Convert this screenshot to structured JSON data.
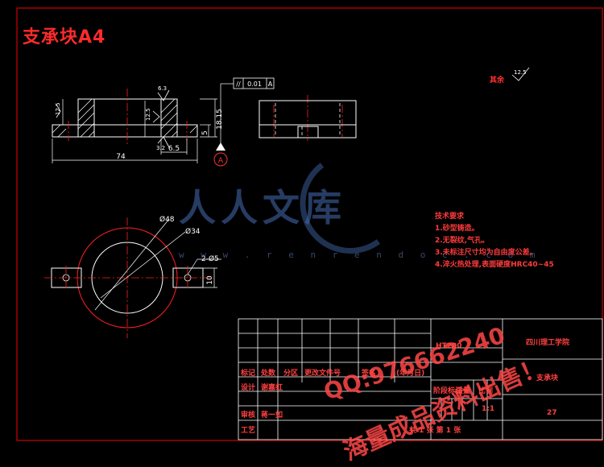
{
  "drawing": {
    "title": "支承块A4",
    "roughness_note": {
      "label": "其余",
      "value": "12.5"
    },
    "tolerance_frame": {
      "symbol": "//",
      "value": "0.01",
      "datum": "A"
    },
    "datum_label": "A",
    "dimensions": {
      "total_length": "74",
      "offset": "6.5",
      "height": "18.15",
      "step": "5",
      "hole_small": "Ø48",
      "hole_34": "Ø34",
      "holes": "2-Ø5",
      "slot": "10",
      "roughness_a": "6.3",
      "roughness_b": "12.5",
      "roughness_c": "12.5",
      "roughness_d": "3.2"
    }
  },
  "tech_requirements": {
    "heading": "技术要求",
    "items": [
      "1.砂型铸造。",
      "2.无裂纹,气孔。",
      "3.未标注尺寸均为自由度公差。",
      "4.淬火热处理,表面硬度HRC40~45"
    ]
  },
  "title_block": {
    "material": "HT200",
    "school": "四川理工学院",
    "part_name": "支承块",
    "drawing_no": "27",
    "scale_label": "比例",
    "scale_value": "1:1",
    "mass_label": "质量",
    "stage_mark_label": "阶段标记",
    "rows": [
      {
        "c1": "标记",
        "c2": "处数",
        "c3": "分区",
        "c4": "更改文件号",
        "c5": "签名",
        "c6": "(年月日)"
      },
      {
        "c1": "设计",
        "c2": "谢嘉虹",
        "c3": "",
        "c4": "",
        "c5": "",
        "c6": ""
      },
      {
        "c1": "审核",
        "c2": "蒋一如",
        "c3": "",
        "c4": "",
        "c5": "",
        "c6": ""
      },
      {
        "c1": "工艺",
        "c2": "",
        "c3": "",
        "c4": "",
        "c5": "",
        "c6": ""
      }
    ],
    "sheets": "共 1 张    第 1 张"
  },
  "watermark": {
    "text": "人人文库",
    "url": "w w w . r e n r e n d o c . c o m"
  },
  "promo": {
    "line1": "QQ:976662240",
    "line2": "海量成品资料出售！"
  },
  "colors": {
    "frame": "#e00000",
    "line": "#ffffff",
    "dim": "#e8e8e8",
    "red": "#ff3030"
  }
}
